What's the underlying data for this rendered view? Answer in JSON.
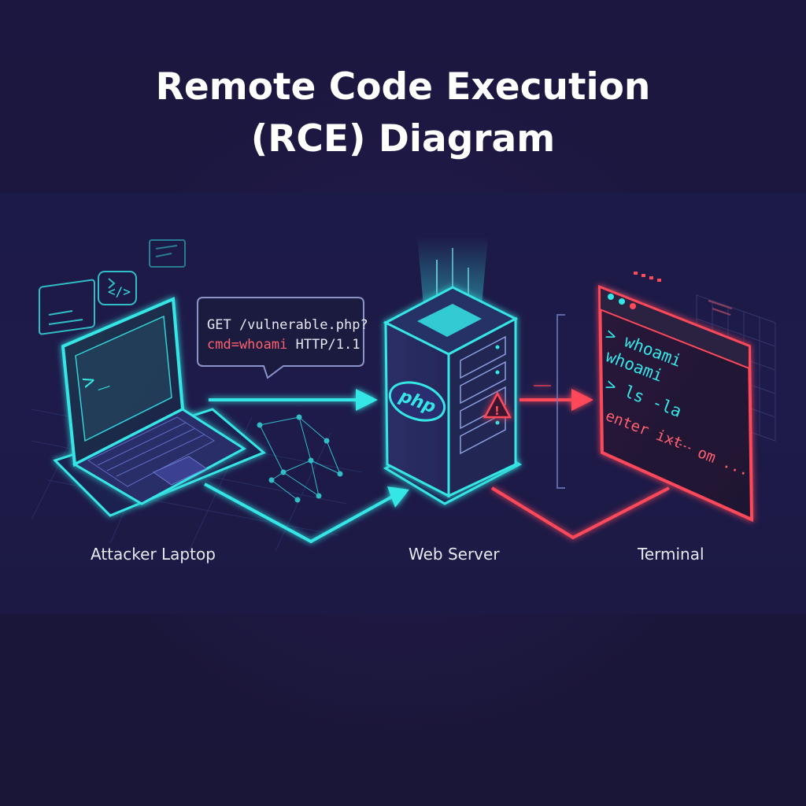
{
  "title": {
    "line1": "Remote Code Execution",
    "line2": "(RCE) Diagram"
  },
  "laptop": {
    "caption": "Attacker Laptop",
    "prompt": ">_",
    "code_icon": "</>"
  },
  "request": {
    "line1": "GET /vulnerable.php?",
    "line2_cmd": "cmd=whoami",
    "line2_proto": " HTTP/1.1"
  },
  "server": {
    "caption": "Web Server",
    "badge": "php",
    "warning": "!"
  },
  "terminal": {
    "caption": "Terminal",
    "line1": "> whoami",
    "line2": "whoami",
    "line3": "> ls -la",
    "line4": "enter ixt",
    "line4_tail": "om ..."
  },
  "colors": {
    "background": "#1a1638",
    "cyan": "#35e6e6",
    "red": "#ff4a5a",
    "text": "#ffffff"
  }
}
